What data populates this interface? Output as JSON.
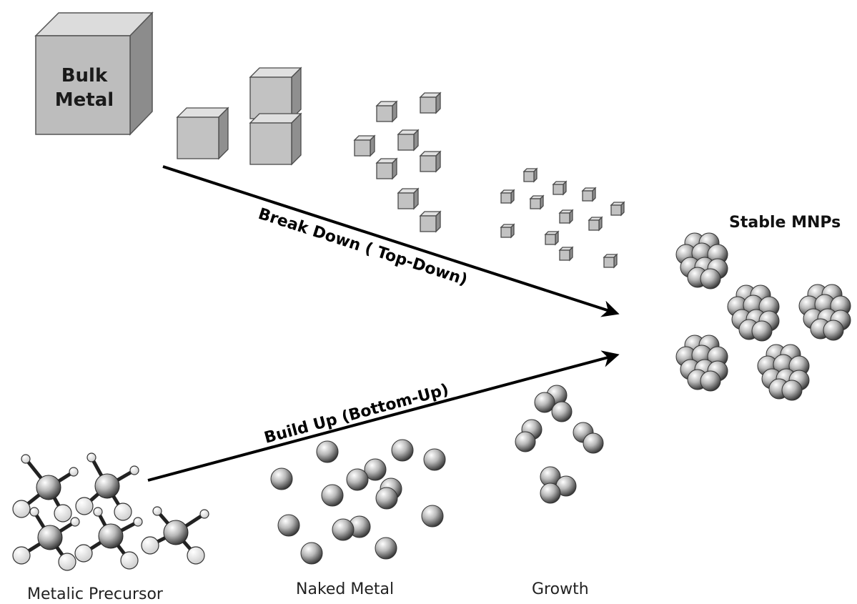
{
  "bulk": {
    "line1": "Bulk",
    "line2": "Metal"
  },
  "arrows": {
    "top_down": "Break Down ( Top-Down)",
    "bottom_up": "Build Up (Bottom-Up)"
  },
  "labels": {
    "stable": "Stable MNPs",
    "precursor": "Metalic Precursor",
    "naked": "Naked Metal",
    "growth": "Growth"
  }
}
